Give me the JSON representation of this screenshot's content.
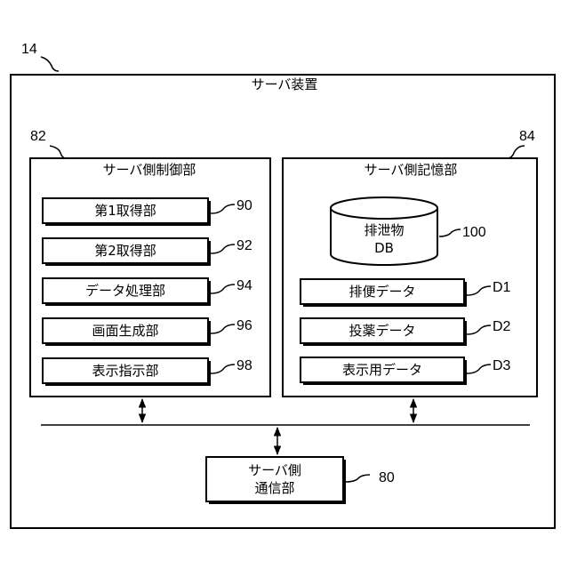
{
  "diagram": {
    "server": {
      "ref": "14",
      "title": "サーバ装置"
    },
    "control": {
      "ref": "82",
      "title": "サーバ側制御部",
      "units": [
        {
          "label": "第1取得部",
          "ref": "90"
        },
        {
          "label": "第2取得部",
          "ref": "92"
        },
        {
          "label": "データ処理部",
          "ref": "94"
        },
        {
          "label": "画面生成部",
          "ref": "96"
        },
        {
          "label": "表示指示部",
          "ref": "98"
        }
      ]
    },
    "storage": {
      "ref": "84",
      "title": "サーバ側記憶部",
      "db": {
        "line1": "排泄物",
        "line2": "DB",
        "ref": "100"
      },
      "data": [
        {
          "label": "排便データ",
          "ref": "D1"
        },
        {
          "label": "投薬データ",
          "ref": "D2"
        },
        {
          "label": "表示用データ",
          "ref": "D3"
        }
      ]
    },
    "comm": {
      "line1": "サーバ側",
      "line2": "通信部",
      "ref": "80"
    }
  }
}
